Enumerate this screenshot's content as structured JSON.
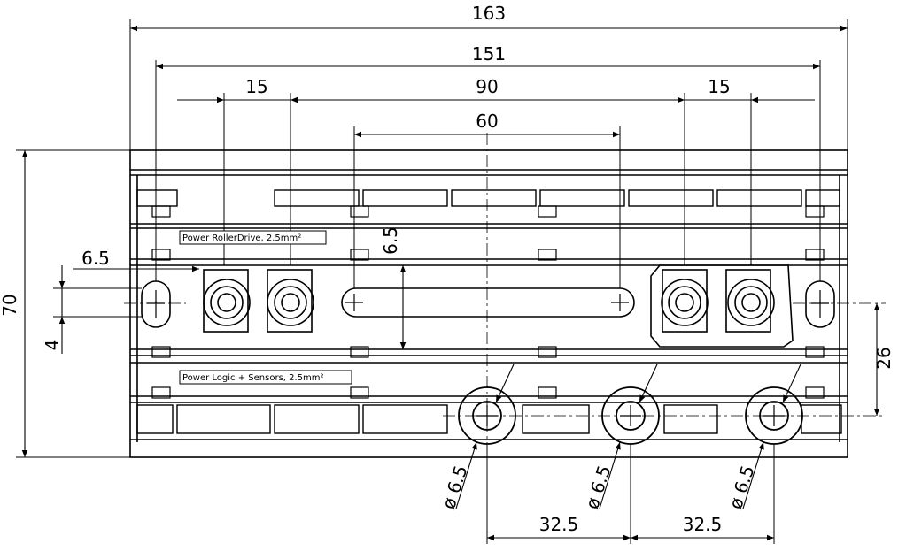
{
  "dimensions": {
    "overall_width": "163",
    "hole_span": "151",
    "inner_span": "90",
    "left_pitch": "15",
    "right_pitch": "15",
    "slot_span": "60",
    "height": "70",
    "slot_height": "6.5",
    "slot_offset": "6.5",
    "slot_width": "4",
    "mount_height": "26",
    "hole_dia_1": "ø 6.5",
    "hole_dia_2": "ø 6.5",
    "hole_dia_3": "ø 6.5",
    "pitch_1": "32.5",
    "pitch_2": "32.5"
  },
  "labels": {
    "power_rollerdrive": "Power RollerDrive, 2.5mm²",
    "power_logic": "Power Logic + Sensors, 2.5mm²"
  }
}
